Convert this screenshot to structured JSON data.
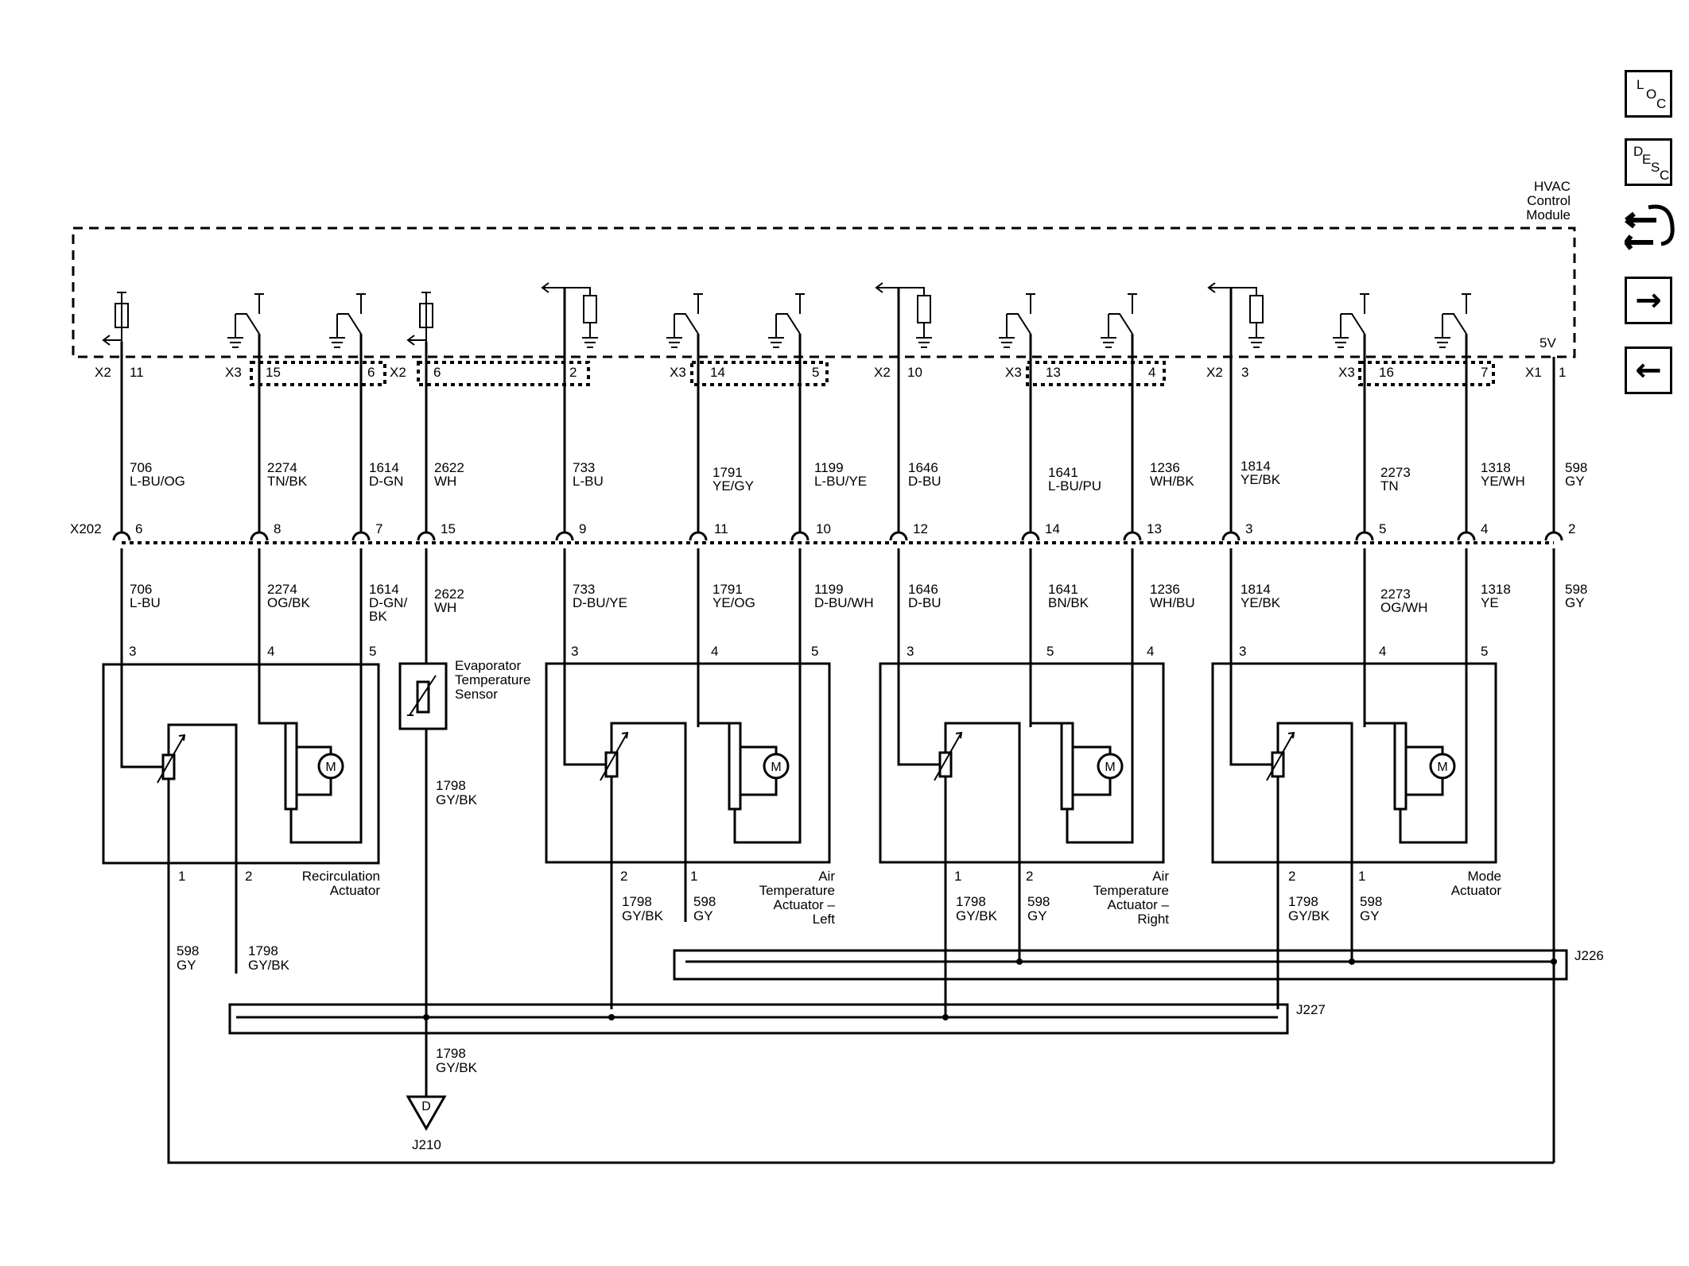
{
  "module": {
    "title": [
      "HVAC",
      "Control",
      "Module"
    ],
    "supply": "5V"
  },
  "connectors": {
    "x1": "X1",
    "x2": "X2",
    "x3": "X3",
    "x202": "X202"
  },
  "module_pins": {
    "p1": "11",
    "p2": "15",
    "p3": "6",
    "p4": "6",
    "p5": "2",
    "p6": "14",
    "p7": "5",
    "p8": "10",
    "p9": "13",
    "p10": "4",
    "p11": "3",
    "p12": "16",
    "p13": "7",
    "p14": "1"
  },
  "inline_pins": [
    "6",
    "8",
    "7",
    "15",
    "9",
    "11",
    "10",
    "12",
    "14",
    "13",
    "3",
    "5",
    "4",
    "2"
  ],
  "upper_wires": [
    {
      "circuit": "706",
      "color": "L-BU/OG"
    },
    {
      "circuit": "2274",
      "color": "TN/BK"
    },
    {
      "circuit": "1614",
      "color": "D-GN"
    },
    {
      "circuit": "2622",
      "color": "WH"
    },
    {
      "circuit": "733",
      "color": "L-BU"
    },
    {
      "circuit": "1791",
      "color": "YE/GY"
    },
    {
      "circuit": "1199",
      "color": "L-BU/YE"
    },
    {
      "circuit": "1646",
      "color": "D-BU"
    },
    {
      "circuit": "1641",
      "color": "L-BU/PU"
    },
    {
      "circuit": "1236",
      "color": "WH/BK"
    },
    {
      "circuit": "1814",
      "color": "YE/BK"
    },
    {
      "circuit": "2273",
      "color": "TN"
    },
    {
      "circuit": "1318",
      "color": "YE/WH"
    },
    {
      "circuit": "598",
      "color": "GY"
    }
  ],
  "lower_wires": [
    {
      "circuit": "706",
      "color": "L-BU",
      "color2": ""
    },
    {
      "circuit": "2274",
      "color": "OG/BK",
      "color2": ""
    },
    {
      "circuit": "1614",
      "color": "D-GN/",
      "color2": "BK"
    },
    {
      "circuit": "2622",
      "color": "WH",
      "color2": ""
    },
    {
      "circuit": "733",
      "color": "D-BU/YE",
      "color2": ""
    },
    {
      "circuit": "1791",
      "color": "YE/OG",
      "color2": ""
    },
    {
      "circuit": "1199",
      "color": "D-BU/WH",
      "color2": ""
    },
    {
      "circuit": "1646",
      "color": "D-BU",
      "color2": ""
    },
    {
      "circuit": "1641",
      "color": "BN/BK",
      "color2": ""
    },
    {
      "circuit": "1236",
      "color": "WH/BU",
      "color2": ""
    },
    {
      "circuit": "1814",
      "color": "YE/BK",
      "color2": ""
    },
    {
      "circuit": "2273",
      "color": "OG/WH",
      "color2": ""
    },
    {
      "circuit": "1318",
      "color": "YE",
      "color2": ""
    },
    {
      "circuit": "598",
      "color": "GY",
      "color2": ""
    }
  ],
  "components": {
    "recirc": {
      "name": [
        "Recirculation",
        "Actuator"
      ],
      "pins_top": [
        "3",
        "4",
        "5"
      ],
      "pins_bottom": [
        "1",
        "2"
      ]
    },
    "evap": {
      "name": [
        "Evaporator",
        "Temperature",
        "Sensor"
      ]
    },
    "air_left": {
      "name": [
        "Air",
        "Temperature",
        "Actuator –",
        "Left"
      ],
      "pins_top": [
        "3",
        "4",
        "5"
      ],
      "pins_bottom": [
        "2",
        "1"
      ]
    },
    "air_right": {
      "name": [
        "Air",
        "Temperature",
        "Actuator –",
        "Right"
      ],
      "pins_top": [
        "3",
        "5",
        "4"
      ],
      "pins_bottom": [
        "1",
        "2"
      ]
    },
    "mode": {
      "name": [
        "Mode",
        "Actuator"
      ],
      "pins_top": [
        "3",
        "4",
        "5"
      ],
      "pins_bottom": [
        "2",
        "1"
      ]
    }
  },
  "motor_symbol": "M",
  "bottom_wires": {
    "w598": {
      "circuit": "598",
      "color": "GY"
    },
    "w1798": {
      "circuit": "1798",
      "color": "GY/BK"
    }
  },
  "splices": {
    "j226": "J226",
    "j227": "J227",
    "j210": "J210"
  },
  "ground_symbol": "D",
  "nav": {
    "loc": {
      "l1": "L",
      "l2": "O",
      "l3": "C"
    },
    "desc": {
      "l1": "D",
      "l2": "E",
      "l3": "S",
      "l4": "C"
    },
    "next": "→",
    "prev": "←"
  }
}
